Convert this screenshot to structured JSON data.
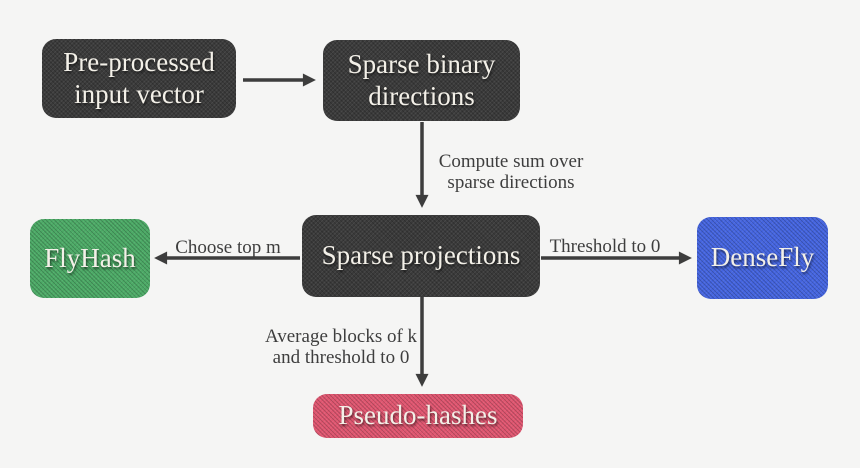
{
  "diagram": {
    "background_color": "#f5f5f4",
    "arrow_color": "#3d3d3d",
    "label_color": "#3e3e3e",
    "node_text_color": "#f3f0e8",
    "nodes": {
      "preprocessed_input": {
        "label": "Pre-processed input vector",
        "color": "#3b3b3b"
      },
      "sparse_binary_directions": {
        "label": "Sparse binary directions",
        "color": "#3b3b3b"
      },
      "sparse_projections": {
        "label": "Sparse projections",
        "color": "#3b3b3b"
      },
      "flyhash": {
        "label": "FlyHash",
        "color": "#4caa66"
      },
      "densefly": {
        "label": "DenseFly",
        "color": "#4565e0"
      },
      "pseudo_hashes": {
        "label": "Pseudo-hashes",
        "color": "#e05670"
      }
    },
    "edges": {
      "input_to_directions": {
        "label": ""
      },
      "directions_to_projections": {
        "label": "Compute sum over\nsparse directions"
      },
      "projections_to_flyhash": {
        "label": "Choose top m"
      },
      "projections_to_densefly": {
        "label": "Threshold to 0"
      },
      "projections_to_pseudo_hashes": {
        "label": "Average blocks of k\nand threshold to 0"
      }
    }
  }
}
